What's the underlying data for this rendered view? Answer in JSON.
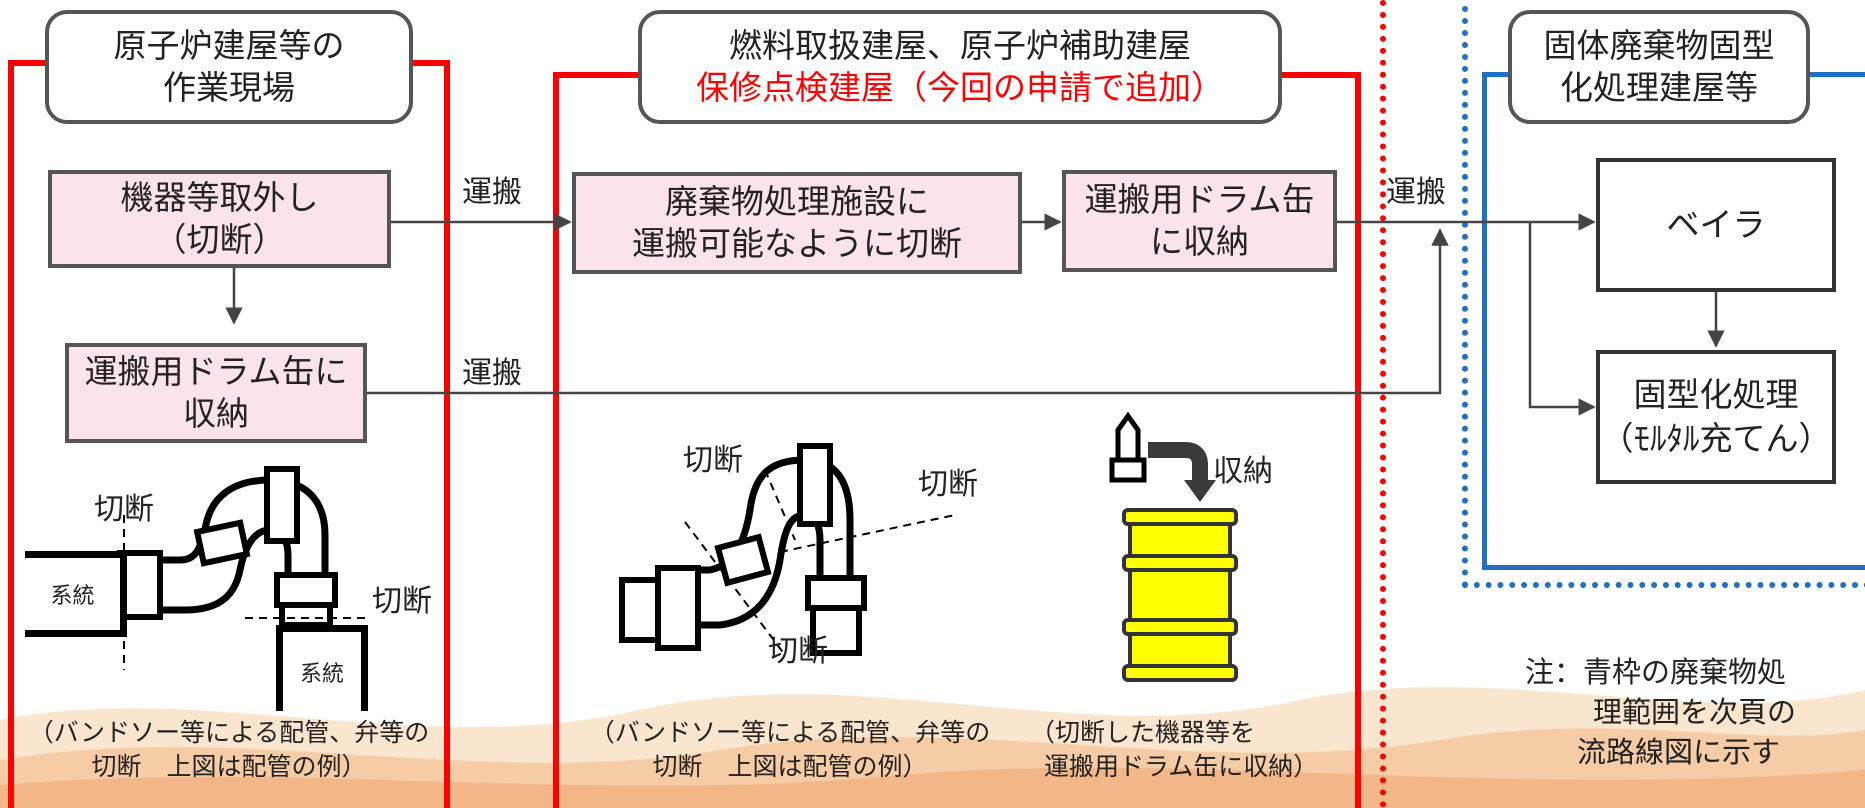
{
  "sections": {
    "worksite": {
      "title_line1": "原子炉建屋等の",
      "title_line2": "作業現場",
      "step_remove_line1": "機器等取外し",
      "step_remove_line2": "（切断）",
      "step_drum_line1": "運搬用ドラム缶に",
      "step_drum_line2": "収納",
      "cut_label": "切断",
      "system_label": "系統",
      "caption_line1": "（バンドソー等による配管、弁等の",
      "caption_line2": "切断　上図は配管の例）"
    },
    "fuel_building": {
      "title_line1": "燃料取扱建屋、原子炉補助建屋",
      "title_line2": "保修点検建屋（今回の申請で追加）",
      "step_cut_line1": "廃棄物処理施設に",
      "step_cut_line2": "運搬可能なように切断",
      "step_drum_line1": "運搬用ドラム缶",
      "step_drum_line2": "に収納",
      "cut_label": "切断",
      "store_label": "収納",
      "caption_pipe_line1": "（バンドソー等による配管、弁等の",
      "caption_pipe_line2": "切断　上図は配管の例）",
      "caption_drum_line1": "（切断した機器等を",
      "caption_drum_line2": "運搬用ドラム缶に収納）"
    },
    "solid_waste": {
      "title_line1": "固体廃棄物固型",
      "title_line2": "化処理建屋等",
      "step_baler": "ベイラ",
      "step_solidify_line1": "固型化処理",
      "step_solidify_line2": "（ﾓﾙﾀﾙ充てん）"
    }
  },
  "arrows": {
    "transport": "運搬"
  },
  "note": {
    "line1": "注：青枠の廃棄物処",
    "line2": "理範囲を次頁の",
    "line3": "流路線図に示す"
  },
  "colors": {
    "red_frame": "#ff0000",
    "blue_frame": "#1f6fc4",
    "pink_box": "#fbe3ee",
    "drum_yellow": "#ffff00"
  }
}
